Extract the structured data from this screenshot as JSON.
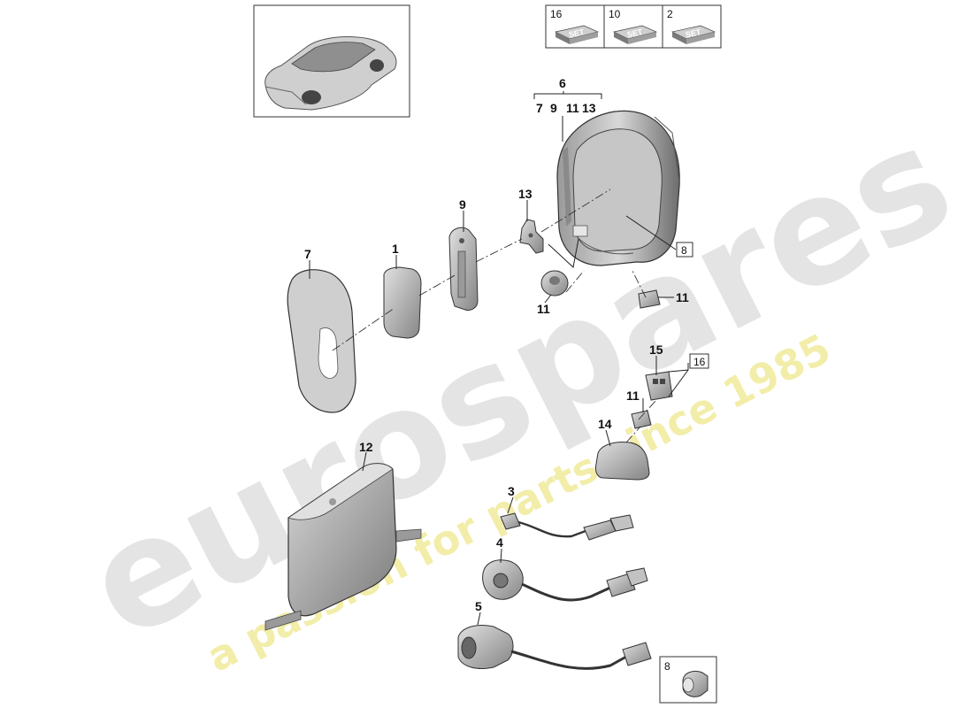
{
  "watermark": {
    "brand": "eurospares",
    "tagline": "a passion for parts since 1985",
    "brand_color": "#e3e3e3",
    "tagline_color": "#f3efb0"
  },
  "set_box": {
    "cells": [
      {
        "number": "16",
        "tag": "SET"
      },
      {
        "number": "10",
        "tag": "SET"
      },
      {
        "number": "2",
        "tag": "SET"
      }
    ]
  },
  "group_label": {
    "number": "6",
    "sub_numbers": [
      "7",
      "9",
      "11",
      "13"
    ]
  },
  "callouts": {
    "c1": "1",
    "c3": "3",
    "c4": "4",
    "c5": "5",
    "c7": "7",
    "c8": "8",
    "c9": "9",
    "c11a": "11",
    "c11b": "11",
    "c11c": "11",
    "c12": "12",
    "c13": "13",
    "c14": "14",
    "c15": "15",
    "c16": "16"
  },
  "detail_inset": {
    "number": "8"
  },
  "colors": {
    "line": "#222222",
    "part_light": "#d9d9d9",
    "part_mid": "#a9a9a9",
    "part_dark": "#6e6e6e"
  },
  "icons": [
    "car-thumbnail",
    "set-package-icon"
  ]
}
